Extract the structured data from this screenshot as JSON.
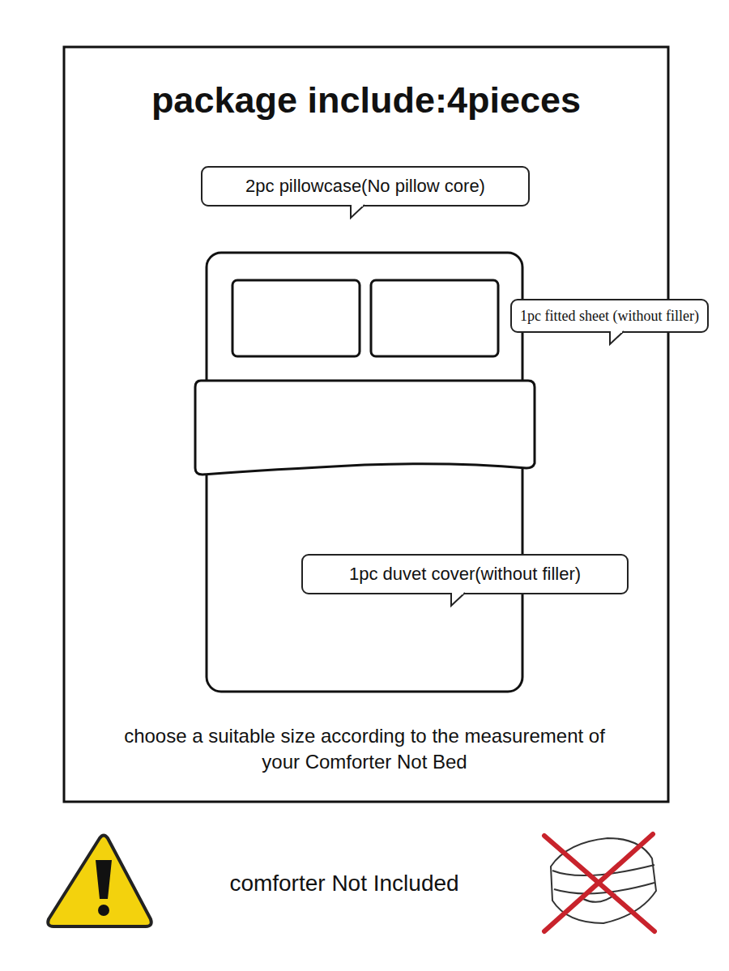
{
  "diagram": {
    "title": "package include:4pieces",
    "nodes": [
      {
        "text": [
          "2pc pillowcase(No pillow core)"
        ]
      },
      {
        "text": [
          "1pc fitted sheet (without filler)"
        ]
      },
      {
        "text": [
          "1pc duvet cover(without filler)"
        ]
      }
    ],
    "labels": [
      "choose a suitable size according to the measurement of your Comforter Not Bed",
      "comforter Not Included"
    ]
  }
}
